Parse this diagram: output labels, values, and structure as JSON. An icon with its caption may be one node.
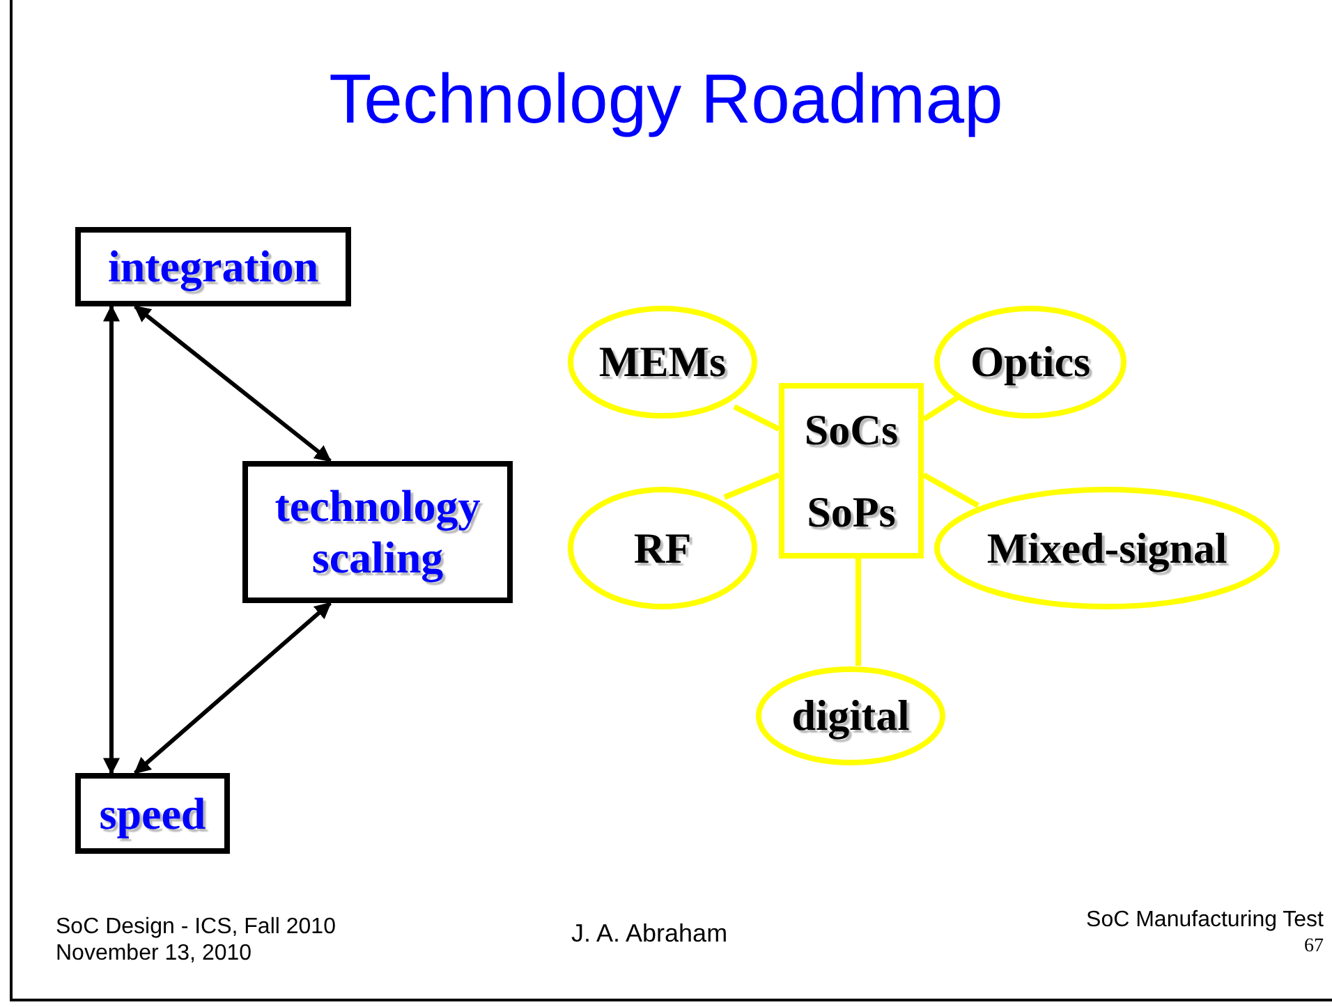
{
  "diagram": {
    "title": "Technology Roadmap",
    "nodes": [
      {
        "text": [
          "integration"
        ]
      },
      {
        "text": [
          "technology scaling"
        ]
      },
      {
        "text": [
          "speed"
        ]
      },
      {
        "text": [
          "MEMs"
        ]
      },
      {
        "text": [
          "Optics"
        ]
      },
      {
        "text": [
          "SoCs",
          "SoPs"
        ]
      },
      {
        "text": [
          "RF"
        ]
      },
      {
        "text": [
          "Mixed-signal"
        ]
      },
      {
        "text": [
          "digital"
        ]
      }
    ],
    "edges": [
      {
        "from": 0,
        "to": 2,
        "arrow": "both",
        "color": "#000000"
      },
      {
        "from": 0,
        "to": 1,
        "arrow": "both",
        "color": "#000000"
      },
      {
        "from": 1,
        "to": 2,
        "arrow": "both",
        "color": "#000000"
      },
      {
        "from": 5,
        "to": 3,
        "arrow": "none"
      },
      {
        "from": 5,
        "to": 4,
        "arrow": "none"
      },
      {
        "from": 5,
        "to": 6,
        "arrow": "none"
      },
      {
        "from": 5,
        "to": 7,
        "arrow": "none"
      },
      {
        "from": 5,
        "to": 8,
        "arrow": "none"
      }
    ],
    "labels": [
      "SoC Design - ICS, Fall 2010",
      "November 13, 2010",
      "J. A. Abraham",
      "SoC Manufacturing Test",
      "67"
    ]
  }
}
